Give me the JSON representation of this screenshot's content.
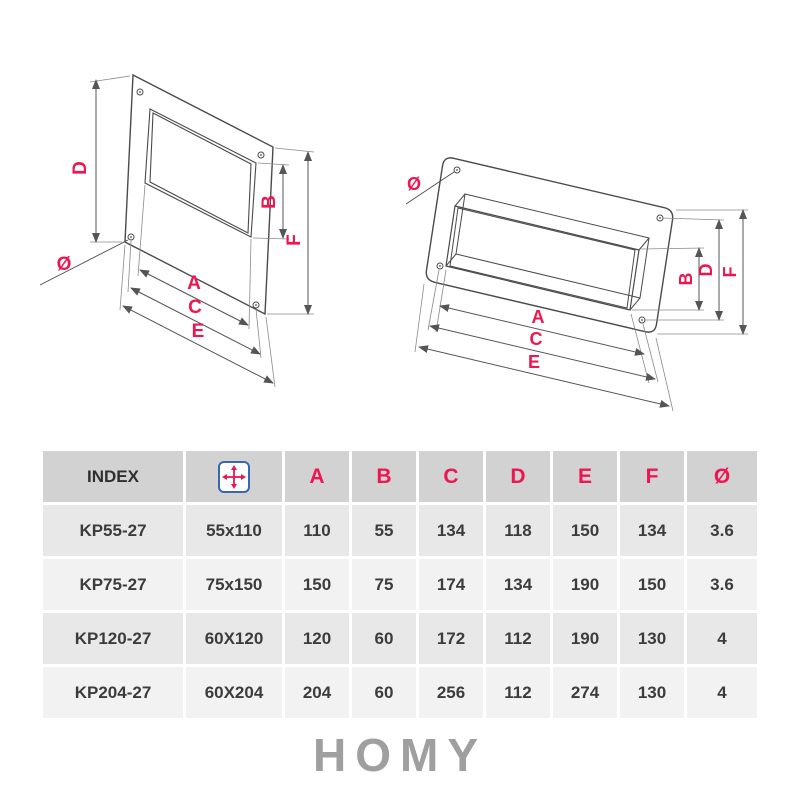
{
  "colors": {
    "accent_red": "#ED1650",
    "line_dark": "#4a4a4a",
    "table_header_bg": "#d2d2d2",
    "row_odd_bg": "#e8e8e8",
    "row_even_bg": "#f2f2f2",
    "icon_border_blue": "#3a66b0",
    "logo_gray": "#9f9f9f"
  },
  "dims": {
    "A": "A",
    "B": "B",
    "C": "C",
    "D": "D",
    "E": "E",
    "F": "F",
    "diameter": "Ø"
  },
  "table": {
    "index_label": "INDEX",
    "size_icon": "dimensions-cross-icon",
    "rows": [
      {
        "index": "KP55-27",
        "size": "55x110",
        "A": "110",
        "B": "55",
        "C": "134",
        "D": "118",
        "E": "150",
        "F": "134",
        "diameter": "3.6"
      },
      {
        "index": "KP75-27",
        "size": "75x150",
        "A": "150",
        "B": "75",
        "C": "174",
        "D": "134",
        "E": "190",
        "F": "150",
        "diameter": "3.6"
      },
      {
        "index": "KP120-27",
        "size": "60X120",
        "A": "120",
        "B": "60",
        "C": "172",
        "D": "112",
        "E": "190",
        "F": "130",
        "diameter": "4"
      },
      {
        "index": "KP204-27",
        "size": "60X204",
        "A": "204",
        "B": "60",
        "C": "256",
        "D": "112",
        "E": "274",
        "F": "130",
        "diameter": "4"
      }
    ]
  },
  "logo": {
    "text": "HOMY"
  }
}
